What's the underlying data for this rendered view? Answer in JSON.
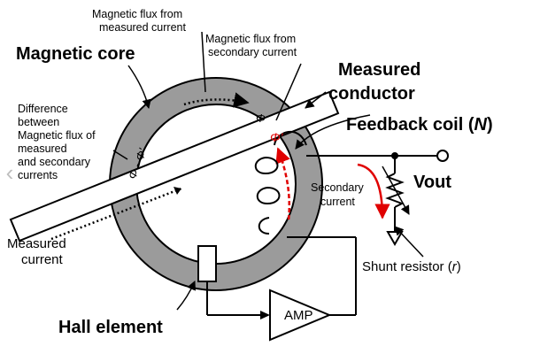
{
  "labels": {
    "flux_measured_l1": "Magnetic flux from",
    "flux_measured_l2": "measured current",
    "flux_secondary_l1": "Magnetic flux from",
    "flux_secondary_l2": "secondary current",
    "magnetic_core": "Magnetic core",
    "measured_conductor_l1": "Measured",
    "measured_conductor_l2": "conductor",
    "feedback_coil": "Feedback coil (",
    "feedback_coil_n": "N",
    "feedback_coil_end": ")",
    "difference_l1": "Difference",
    "difference_l2": "between",
    "difference_l3": "Magnetic flux of",
    "difference_l4": "measured",
    "difference_l5": "and secondary",
    "difference_l6": "currents",
    "vout": "Vout",
    "secondary_current_l1": "Secondary",
    "secondary_current_l2": "current",
    "measured_current_l1": "Measured",
    "measured_current_l2": "current",
    "shunt_resistor": "Shunt resistor (",
    "shunt_resistor_r": "r",
    "shunt_resistor_end": ")",
    "hall_element": "Hall element",
    "amp": "AMP"
  },
  "symbols": {
    "phi": "Φ",
    "phi_prime": "Φ'",
    "phi_diff": "Φ - Φ'"
  },
  "colors": {
    "core_fill": "#9b9b9b",
    "secondary_flux": "#e00000",
    "line": "#000000"
  }
}
